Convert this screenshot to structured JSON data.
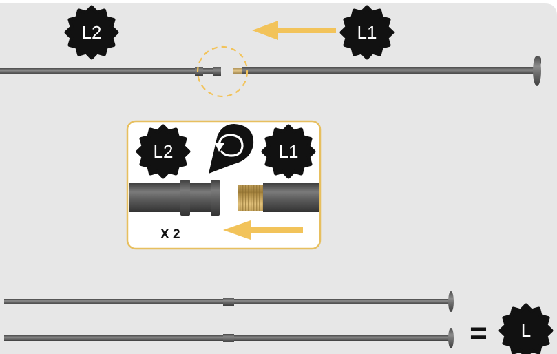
{
  "badges": {
    "l2_top": "L2",
    "l1_top": "L1",
    "l2_detail": "L2",
    "l1_detail": "L1",
    "result": "L"
  },
  "detail": {
    "quantity_label": "X 2"
  },
  "result": {
    "equals_sign": "="
  },
  "icons": {
    "rotate": "rotate-icon"
  },
  "colors": {
    "panel_bg": "#e7e7e7",
    "rod": "#5e5e5e",
    "rod_highlight": "#8a8a8a",
    "accent_yellow": "#f2c35a",
    "thread_gold": "#c9a45a",
    "badge_fill": "#111111",
    "detail_border": "#e7bf5f",
    "detail_bg": "#ffffff"
  }
}
